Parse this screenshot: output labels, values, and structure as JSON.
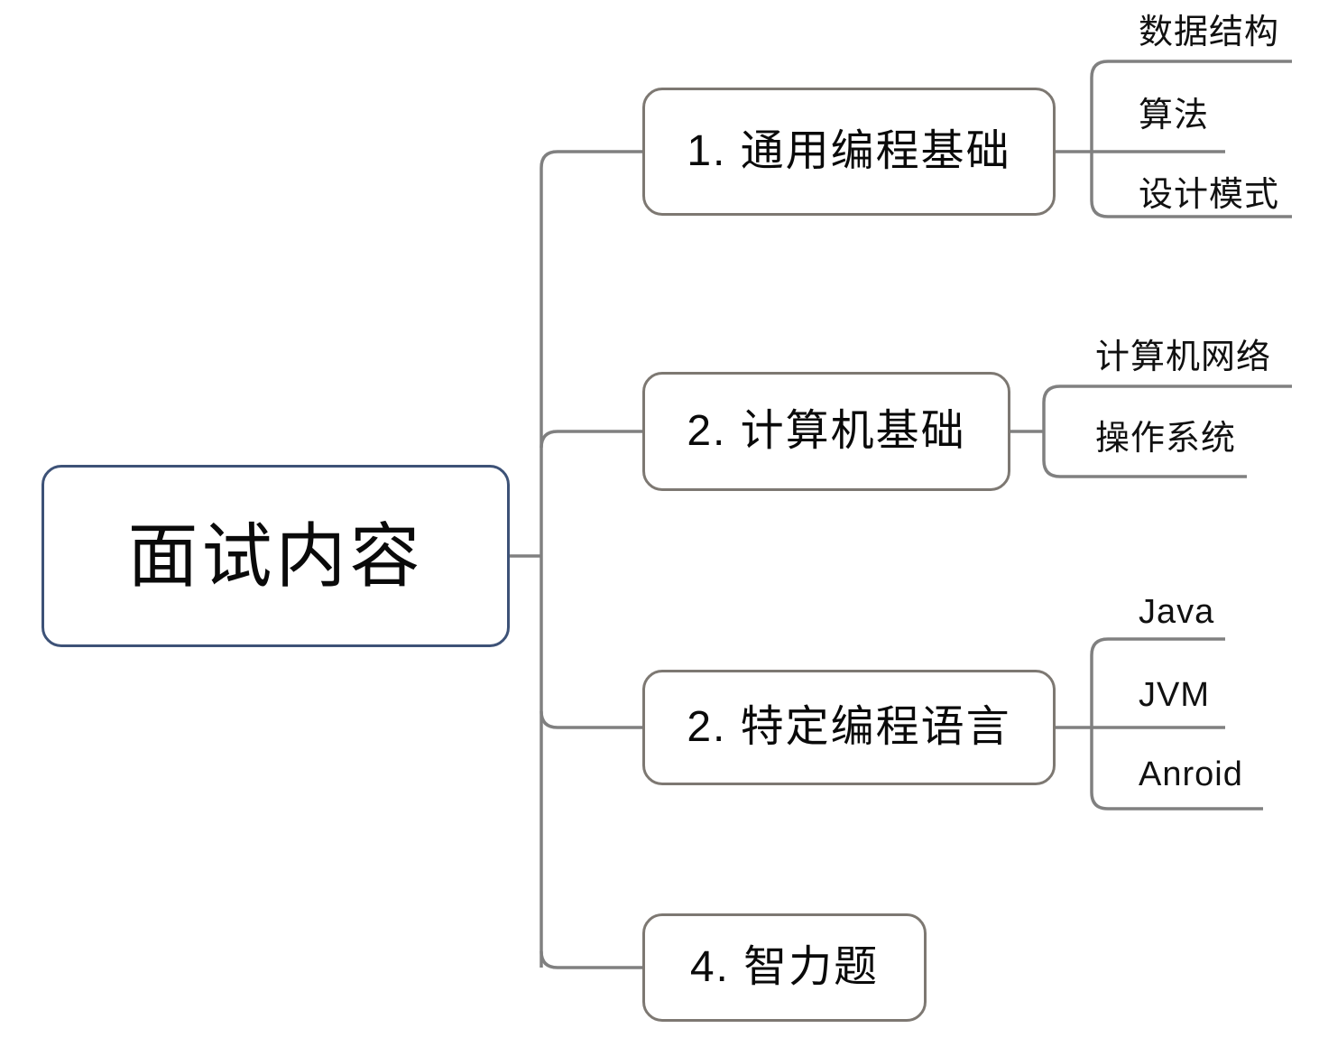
{
  "diagram": {
    "type": "mindmap",
    "title": "面试内容",
    "orientation": "left-to-right",
    "colors": {
      "background": "#ffffff",
      "root_border": "#3d5277",
      "branch_border": "#7d7872",
      "connector": "#808080",
      "text": "#111111"
    },
    "root": {
      "label": "面试内容"
    },
    "branches": [
      {
        "label": "1. 通用编程基础",
        "leaves": [
          {
            "label": "数据结构"
          },
          {
            "label": "算法"
          },
          {
            "label": "设计模式"
          }
        ]
      },
      {
        "label": "2. 计算机基础",
        "leaves": [
          {
            "label": "计算机网络"
          },
          {
            "label": "操作系统"
          }
        ]
      },
      {
        "label": "2. 特定编程语言",
        "leaves": [
          {
            "label": "Java"
          },
          {
            "label": "JVM"
          },
          {
            "label": "Anroid"
          }
        ]
      },
      {
        "label": "4. 智力题",
        "leaves": []
      }
    ]
  }
}
